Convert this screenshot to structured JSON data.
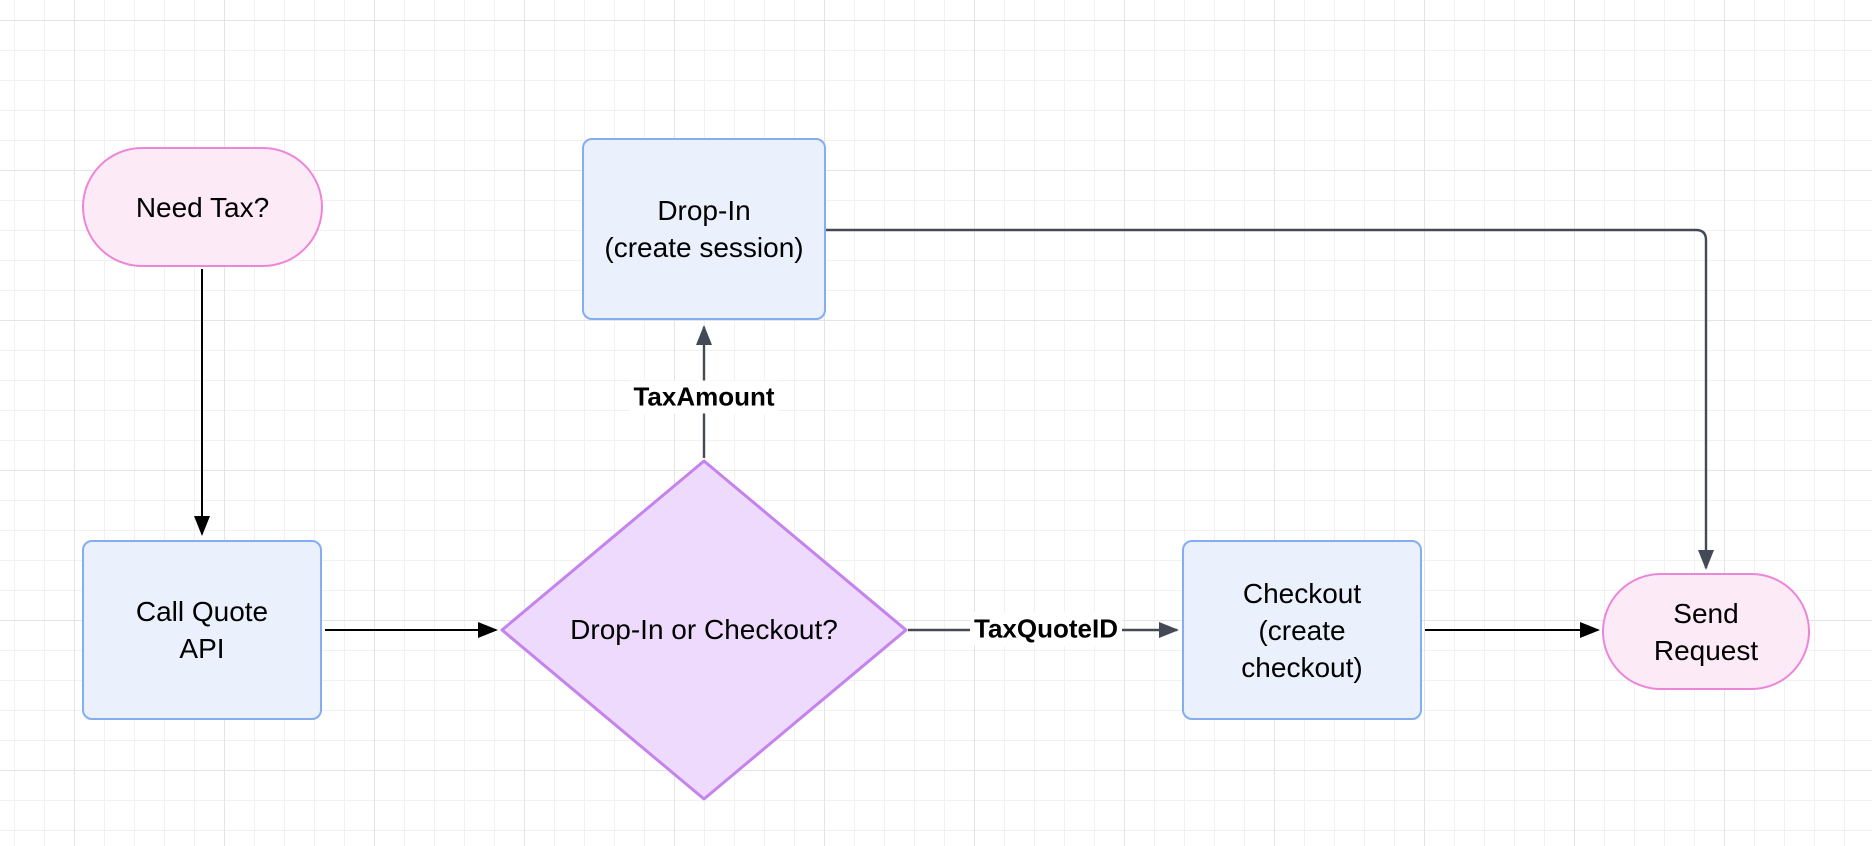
{
  "colors": {
    "canvas_bg": "#ffffff",
    "grid_minor": "#f1f1f1",
    "grid_major": "#e4e4e4",
    "process_fill": "#eaf1fc",
    "process_border": "#85aef0",
    "terminator_fill": "#fceaf7",
    "terminator_border": "#ec86d8",
    "decision_fill": "#eedafc",
    "decision_border": "#c583ee",
    "edge_black": "#000000",
    "edge_gray": "#434a56",
    "edge_label_bg": "#ffffff",
    "text": "#000000"
  },
  "nodes": {
    "need_tax": {
      "shape": "terminator",
      "lines": [
        "Need Tax?"
      ]
    },
    "call_quote_api": {
      "shape": "process",
      "lines": [
        "Call Quote",
        "API"
      ]
    },
    "drop_in_or_checkout": {
      "shape": "decision",
      "lines": [
        "Drop-In or Checkout?"
      ]
    },
    "drop_in": {
      "shape": "process",
      "lines": [
        "Drop-In",
        "(create session)"
      ]
    },
    "checkout": {
      "shape": "process",
      "lines": [
        "Checkout",
        "(create",
        "checkout)"
      ]
    },
    "send_request": {
      "shape": "terminator",
      "lines": [
        "Send",
        "Request"
      ]
    }
  },
  "edges": {
    "need_tax_to_call_quote": {
      "from": "need_tax",
      "to": "call_quote_api",
      "label": ""
    },
    "call_quote_to_decision": {
      "from": "call_quote_api",
      "to": "drop_in_or_checkout",
      "label": ""
    },
    "decision_to_drop_in": {
      "from": "drop_in_or_checkout",
      "to": "drop_in",
      "label": "TaxAmount"
    },
    "decision_to_checkout": {
      "from": "drop_in_or_checkout",
      "to": "checkout",
      "label": "TaxQuoteID"
    },
    "checkout_to_send_request": {
      "from": "checkout",
      "to": "send_request",
      "label": ""
    },
    "drop_in_to_send_request": {
      "from": "drop_in",
      "to": "send_request",
      "label": ""
    }
  }
}
